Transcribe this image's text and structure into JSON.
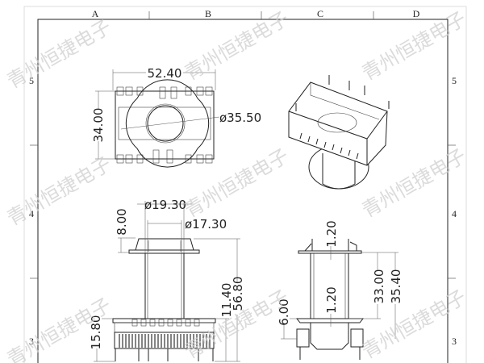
{
  "frame": {
    "columns": [
      "A",
      "B",
      "C",
      "D"
    ],
    "rows": [
      "5",
      "4",
      "3"
    ]
  },
  "top_view": {
    "width_dim": "52.40",
    "height_dim": "34.00",
    "diameter_dim": "ø35.50"
  },
  "front_view": {
    "outer_diameter_dim": "ø19.30",
    "inner_diameter_dim": "ø17.30",
    "cap_height_dim": "8.00",
    "base_height_dim": "11.40",
    "total_height_dim": "56.80",
    "pin_length_dim": "15.80"
  },
  "side_view": {
    "top_flange_dim": "1.20",
    "bottom_flange_dim": "1.20",
    "winding_height_dim": "33.00",
    "overall_height_dim": "35.40",
    "base_dim": "6.00"
  },
  "watermark": "青州恒捷电子"
}
